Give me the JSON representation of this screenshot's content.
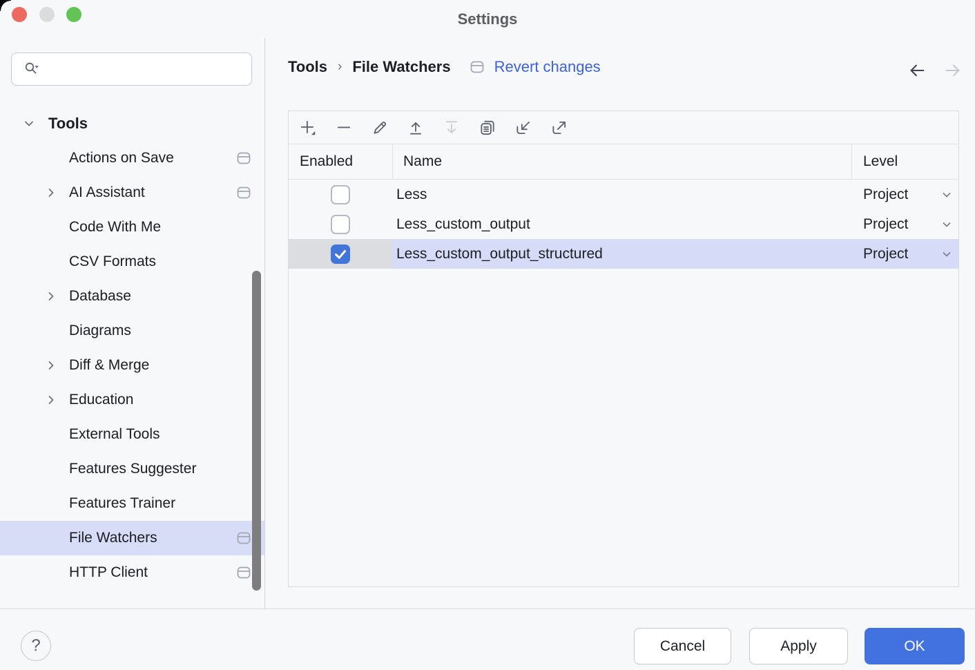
{
  "window": {
    "title": "Settings"
  },
  "sidebar": {
    "search": {
      "placeholder": "",
      "value": ""
    },
    "items": [
      {
        "label": "Tools",
        "root": true,
        "chevron": "down",
        "modified": false,
        "selected": false
      },
      {
        "label": "Actions on Save",
        "root": false,
        "chevron": "none",
        "modified": true,
        "selected": false
      },
      {
        "label": "AI Assistant",
        "root": false,
        "chevron": "right",
        "modified": true,
        "selected": false
      },
      {
        "label": "Code With Me",
        "root": false,
        "chevron": "none",
        "modified": false,
        "selected": false
      },
      {
        "label": "CSV Formats",
        "root": false,
        "chevron": "none",
        "modified": false,
        "selected": false
      },
      {
        "label": "Database",
        "root": false,
        "chevron": "right",
        "modified": false,
        "selected": false
      },
      {
        "label": "Diagrams",
        "root": false,
        "chevron": "none",
        "modified": false,
        "selected": false
      },
      {
        "label": "Diff & Merge",
        "root": false,
        "chevron": "right",
        "modified": false,
        "selected": false
      },
      {
        "label": "Education",
        "root": false,
        "chevron": "right",
        "modified": false,
        "selected": false
      },
      {
        "label": "External Tools",
        "root": false,
        "chevron": "none",
        "modified": false,
        "selected": false
      },
      {
        "label": "Features Suggester",
        "root": false,
        "chevron": "none",
        "modified": false,
        "selected": false
      },
      {
        "label": "Features Trainer",
        "root": false,
        "chevron": "none",
        "modified": false,
        "selected": false
      },
      {
        "label": "File Watchers",
        "root": false,
        "chevron": "none",
        "modified": true,
        "selected": true
      },
      {
        "label": "HTTP Client",
        "root": false,
        "chevron": "none",
        "modified": true,
        "selected": false
      }
    ]
  },
  "breadcrumb": {
    "parent": "Tools",
    "separator": "›",
    "current": "File Watchers",
    "revert_label": "Revert changes"
  },
  "toolbar": {
    "icons": [
      {
        "name": "add",
        "disabled": false
      },
      {
        "name": "remove",
        "disabled": false
      },
      {
        "name": "edit",
        "disabled": false
      },
      {
        "name": "move-up",
        "disabled": false
      },
      {
        "name": "move-down",
        "disabled": true
      },
      {
        "name": "duplicate",
        "disabled": false
      },
      {
        "name": "import",
        "disabled": false
      },
      {
        "name": "export",
        "disabled": false
      }
    ]
  },
  "table": {
    "columns": {
      "enabled": "Enabled",
      "name": "Name",
      "level": "Level"
    },
    "rows": [
      {
        "enabled": false,
        "name": "Less",
        "level": "Project",
        "selected": false
      },
      {
        "enabled": false,
        "name": "Less_custom_output",
        "level": "Project",
        "selected": false
      },
      {
        "enabled": true,
        "name": "Less_custom_output_structured",
        "level": "Project",
        "selected": true
      }
    ]
  },
  "footer": {
    "help_label": "?",
    "cancel_label": "Cancel",
    "apply_label": "Apply",
    "ok_label": "OK"
  },
  "colors": {
    "accent_blue": "#4272e0",
    "checkbox_blue": "#4274da",
    "link_blue": "#3c63d9",
    "selection_row": "#d6dcf7",
    "selection_sidebar": "#d7ddf6",
    "traffic_red": "#ed6a5f",
    "traffic_gray": "#dcdcdc",
    "traffic_green": "#61c454"
  }
}
